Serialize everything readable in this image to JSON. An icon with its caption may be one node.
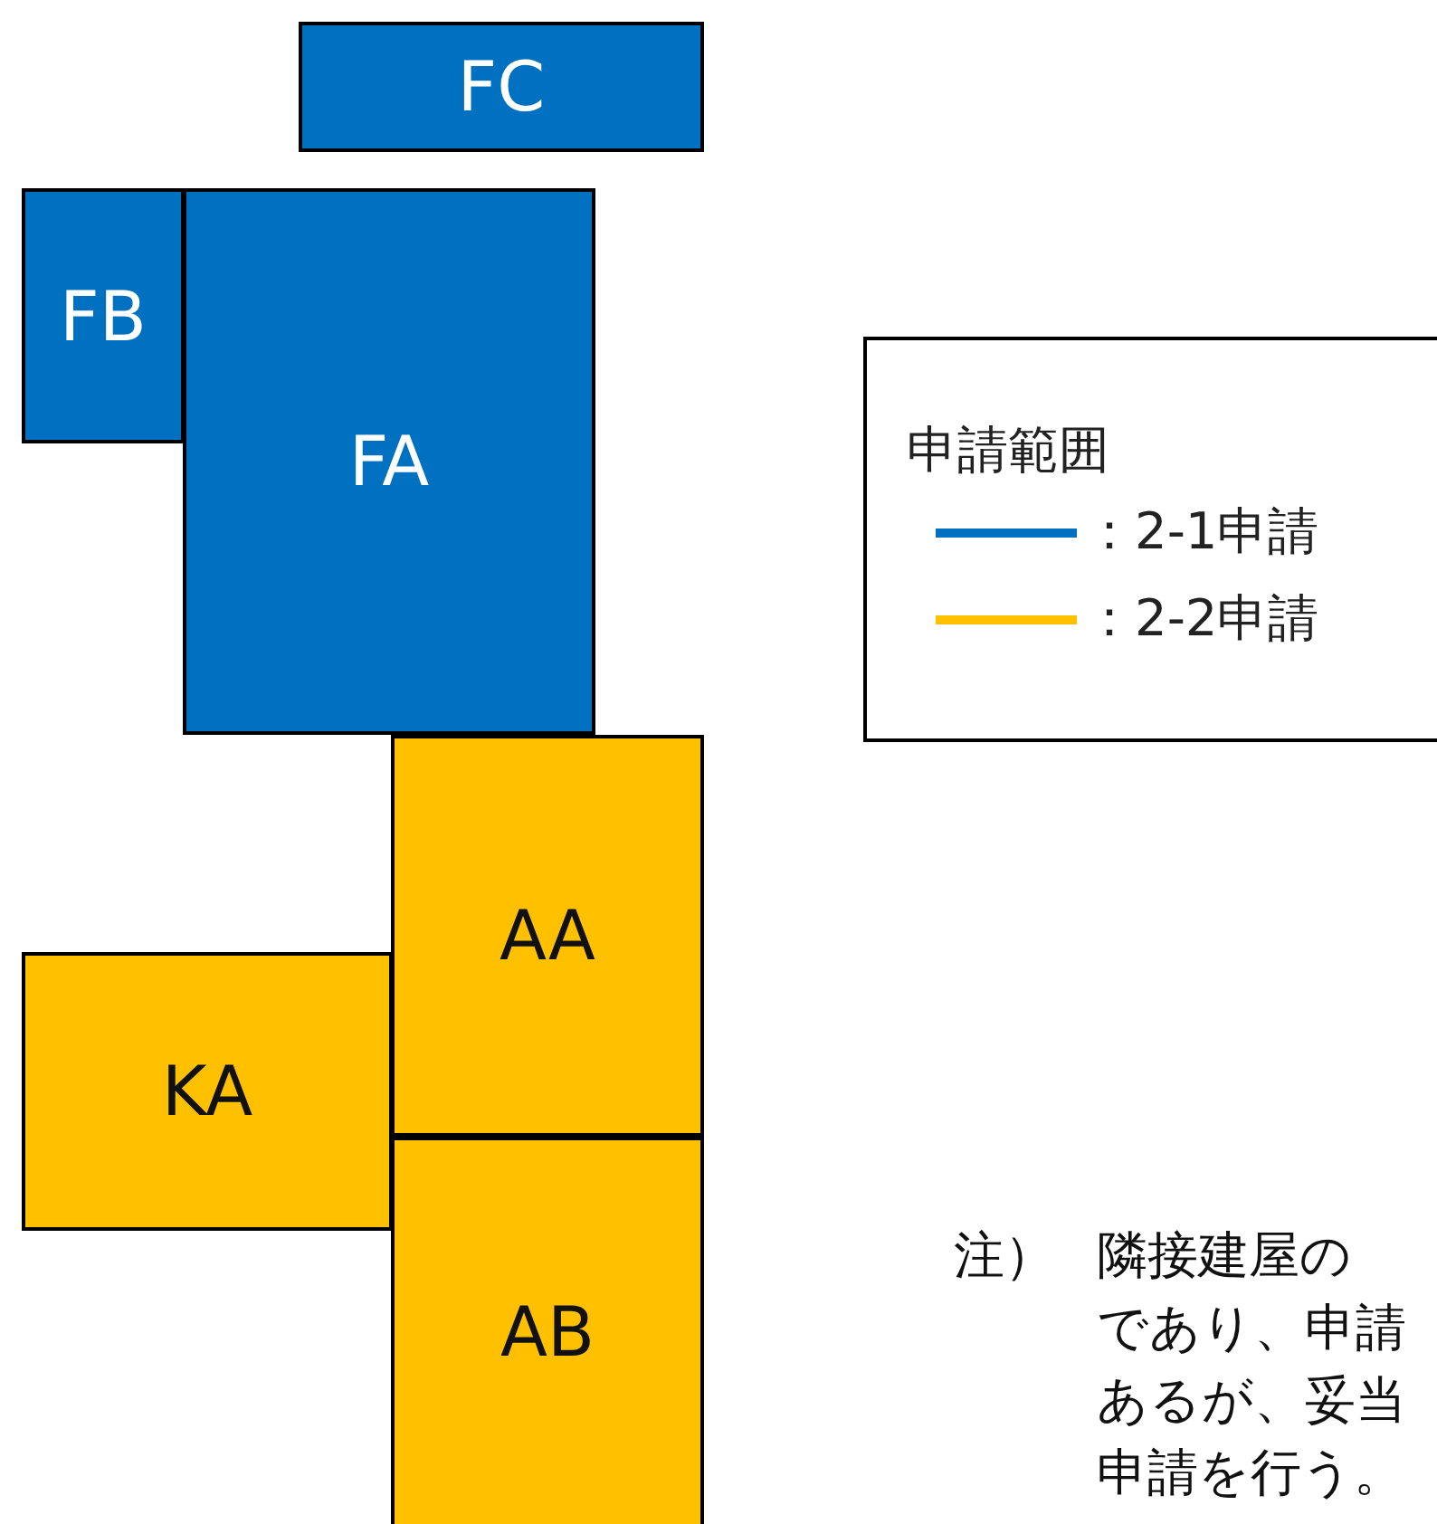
{
  "diagram": {
    "nodes": [
      {
        "text": [
          "FC"
        ]
      },
      {
        "text": [
          "FB"
        ]
      },
      {
        "text": [
          "FA"
        ]
      },
      {
        "text": [
          "AA"
        ]
      },
      {
        "text": [
          "KA"
        ]
      },
      {
        "text": [
          "AB"
        ]
      }
    ],
    "labels": [
      "申請範囲",
      "注）",
      "隣接建屋の",
      "であり、申請",
      "あるが、妥当",
      "申請を行う。"
    ],
    "legend": [
      {
        "text": "：2-1申請",
        "color": "#0070c0"
      },
      {
        "text": "：2-2申請",
        "color": "#ffc000"
      }
    ]
  }
}
